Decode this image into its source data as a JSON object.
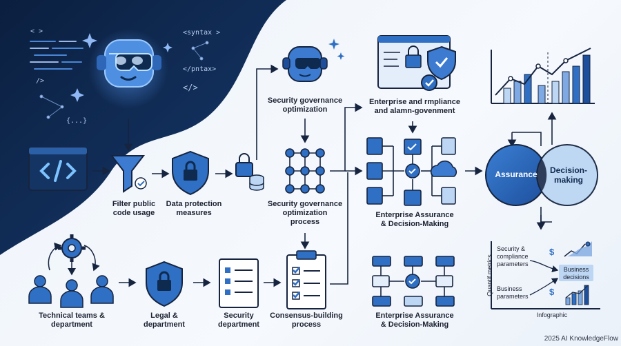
{
  "code_tags": {
    "open": "< >",
    "syntax": "<syntax >",
    "pntax": "</pntax>",
    "close_code": "</>",
    "slash": "/>",
    "braces": "{...}"
  },
  "labels": {
    "filter": "Filter public\ncode usage",
    "data_protection": "Data protection\nmeasures",
    "sec_gov_top": "Security governance\noptimization",
    "sec_gov_process": "Security governance\noptimization\nprocess",
    "enterprise_compliance": "Enterprise and rmpliance\nand alamn-govenment",
    "enterprise_assurance_mid": "Enterprise Assurance\n& Decision-Making",
    "enterprise_assurance_bottom": "Enterprise Assurance\n& Decision-Making",
    "technical_teams": "Technical teams &\ndepartment",
    "legal": "Legal &\ndepartment",
    "security_dept": "Security\ndepartment",
    "consensus": "Consensus-building\nprocess"
  },
  "circles": {
    "assurance": "Assurance",
    "decision": "Decision-\nmaking"
  },
  "infographic": {
    "axis_label": "Quantif metrics",
    "security_params": "Security &\ncompliance\nparameters",
    "business_params": "Business\nparameters",
    "business_decisions": "Business\ndecisions",
    "caption": "Infographic",
    "currency": "$"
  },
  "footer": "2025 AI KnowledgeFlow",
  "colors": {
    "navy": "#0f2a4f",
    "blue": "#2f6fc4",
    "mid_blue": "#4a86d6",
    "light_blue": "#bcd6f3",
    "outline": "#16243f"
  }
}
